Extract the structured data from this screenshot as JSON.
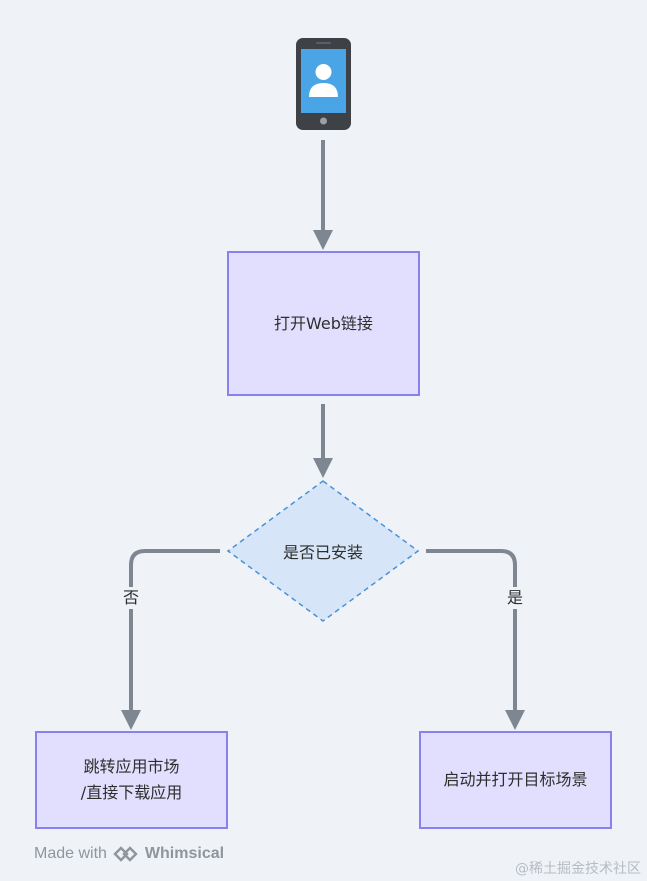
{
  "nodes": {
    "start": {
      "label": ""
    },
    "open_web": {
      "label": "打开Web链接"
    },
    "decision": {
      "label": "是否已安装"
    },
    "no_branch": {
      "label": "跳转应用市场\n/直接下载应用"
    },
    "yes_branch": {
      "label": "启动并打开目标场景"
    }
  },
  "edges": {
    "no_label": "否",
    "yes_label": "是"
  },
  "footer": {
    "made_with": "Made with",
    "brand": "Whimsical",
    "brand_icon": "whimsical-logo-icon"
  },
  "watermark": "@稀土掘金技术社区",
  "colors": {
    "background": "#eff3f7",
    "box_fill": "#e1dffd",
    "box_border": "#8b80ef",
    "decision_fill": "#d6e6f8",
    "decision_border": "#4a90d9",
    "connector": "#7e8791",
    "phone_body": "#3e4247",
    "phone_screen": "#4aa5e6"
  }
}
